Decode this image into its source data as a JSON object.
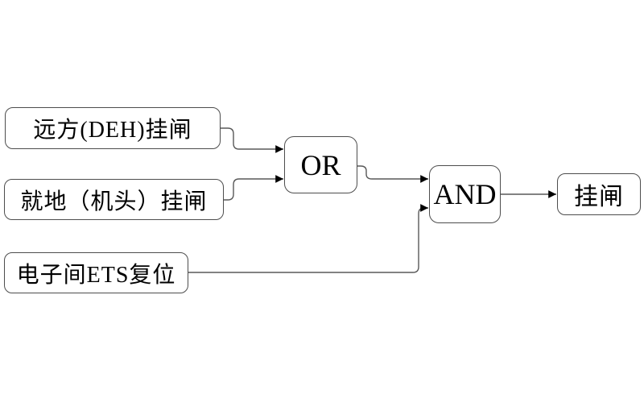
{
  "diagram": {
    "type": "logic-flow",
    "nodes": {
      "remote_deh": {
        "label": "远方(DEH)挂闸",
        "role": "input"
      },
      "local_head": {
        "label": "就地（机头）挂闸",
        "role": "input"
      },
      "ets_reset": {
        "label": "电子间ETS复位",
        "role": "input"
      },
      "or_gate": {
        "label": "OR",
        "role": "logic-gate"
      },
      "and_gate": {
        "label": "AND",
        "role": "logic-gate"
      },
      "output": {
        "label": "挂闸",
        "role": "output"
      }
    },
    "connections": [
      {
        "from": "remote_deh",
        "to": "or_gate"
      },
      {
        "from": "local_head",
        "to": "or_gate"
      },
      {
        "from": "or_gate",
        "to": "and_gate"
      },
      {
        "from": "ets_reset",
        "to": "and_gate"
      },
      {
        "from": "and_gate",
        "to": "output"
      }
    ],
    "colors": {
      "background": "#ffffff",
      "box_border": "#4d4d4d",
      "connector": "#595959",
      "arrowhead": "#000000",
      "text": "#000000"
    }
  }
}
